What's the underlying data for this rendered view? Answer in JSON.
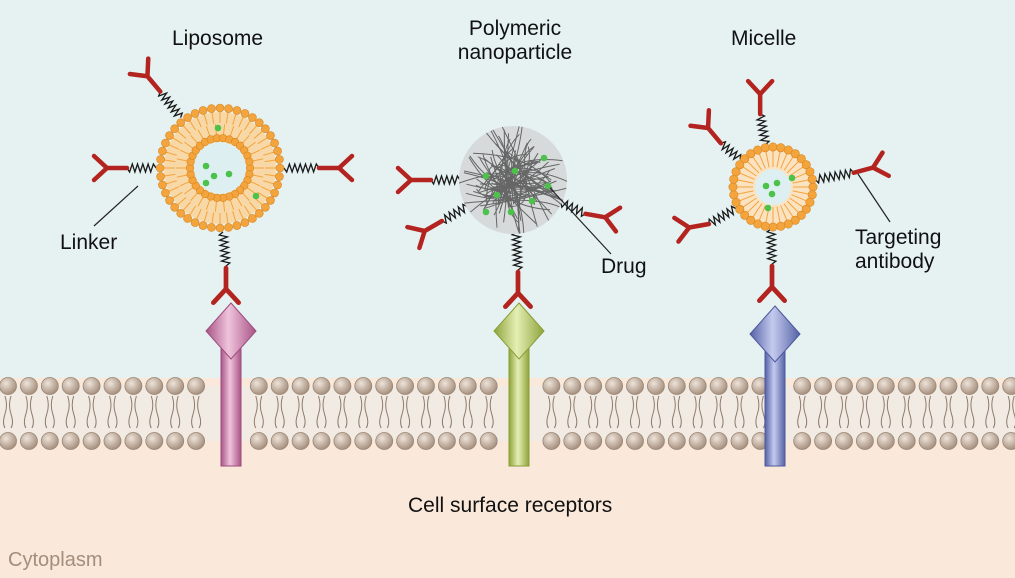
{
  "labels": {
    "liposome": "Liposome",
    "polymeric_line1": "Polymeric",
    "polymeric_line2": "nanoparticle",
    "micelle": "Micelle",
    "linker": "Linker",
    "drug": "Drug",
    "targeting_line1": "Targeting",
    "targeting_line2": "antibody",
    "receptors": "Cell surface receptors",
    "cytoplasm": "Cytoplasm"
  },
  "colors": {
    "extracellular": "#e5f2f1",
    "cytoplasm": "#fae8da",
    "membrane_head": "#c7b5a6",
    "membrane_tail": "#8e7b6c",
    "antibody": "#b3231f",
    "liposome_lipid": "#f3a43c",
    "liposome_core": "#ddeff0",
    "polymer_mesh": "#666666",
    "drug": "#4cc24a",
    "receptor_liposome": "#c97aa7",
    "receptor_polymeric": "#b2c75a",
    "receptor_micelle": "#7a86c4",
    "linker": "#1a1a1a"
  }
}
